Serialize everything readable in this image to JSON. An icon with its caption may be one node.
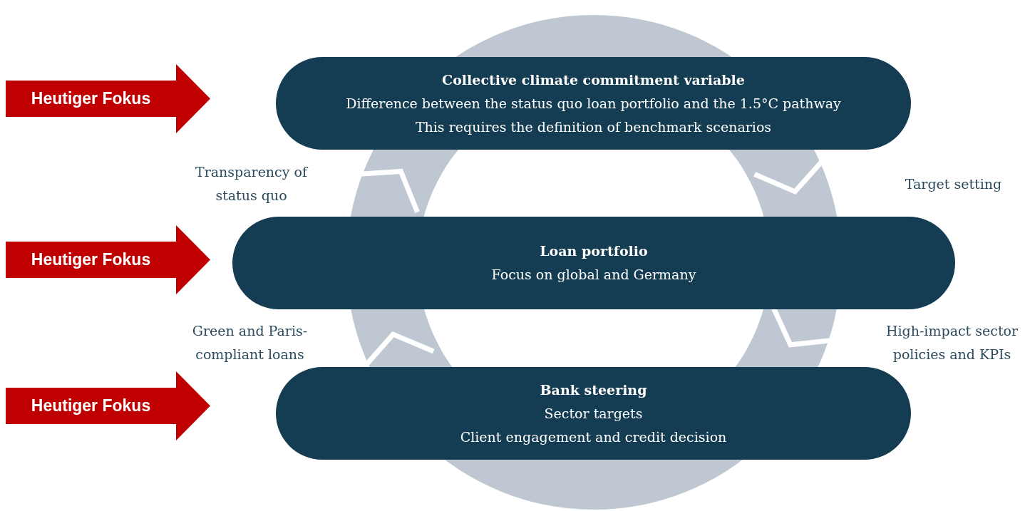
{
  "diagram": {
    "nodes": [
      {
        "text": [
          "Heutiger Fokus"
        ]
      },
      {
        "text": [
          "Collective climate commitment variable",
          "Difference between the status quo loan portfolio and the 1.5°C pathway",
          "This requires the definition of benchmark scenarios"
        ]
      },
      {
        "text": [
          "Heutiger Fokus"
        ]
      },
      {
        "text": [
          "Loan portfolio",
          "Focus on global and Germany"
        ]
      },
      {
        "text": [
          "Heutiger Fokus"
        ]
      },
      {
        "text": [
          "Bank steering",
          "Sector targets",
          "Client engagement and credit decision"
        ]
      }
    ],
    "edges": [
      {
        "from": 1,
        "to": 3,
        "arrow": "to"
      },
      {
        "from": 3,
        "to": 5,
        "arrow": "to"
      },
      {
        "from": 5,
        "to": 3,
        "arrow": "to"
      },
      {
        "from": 3,
        "to": 1,
        "arrow": "to"
      }
    ],
    "labels": [
      "Transparency of status quo",
      "Target setting",
      "Green and Paris-compliant loans",
      "High-impact sector policies and KPIs"
    ]
  }
}
